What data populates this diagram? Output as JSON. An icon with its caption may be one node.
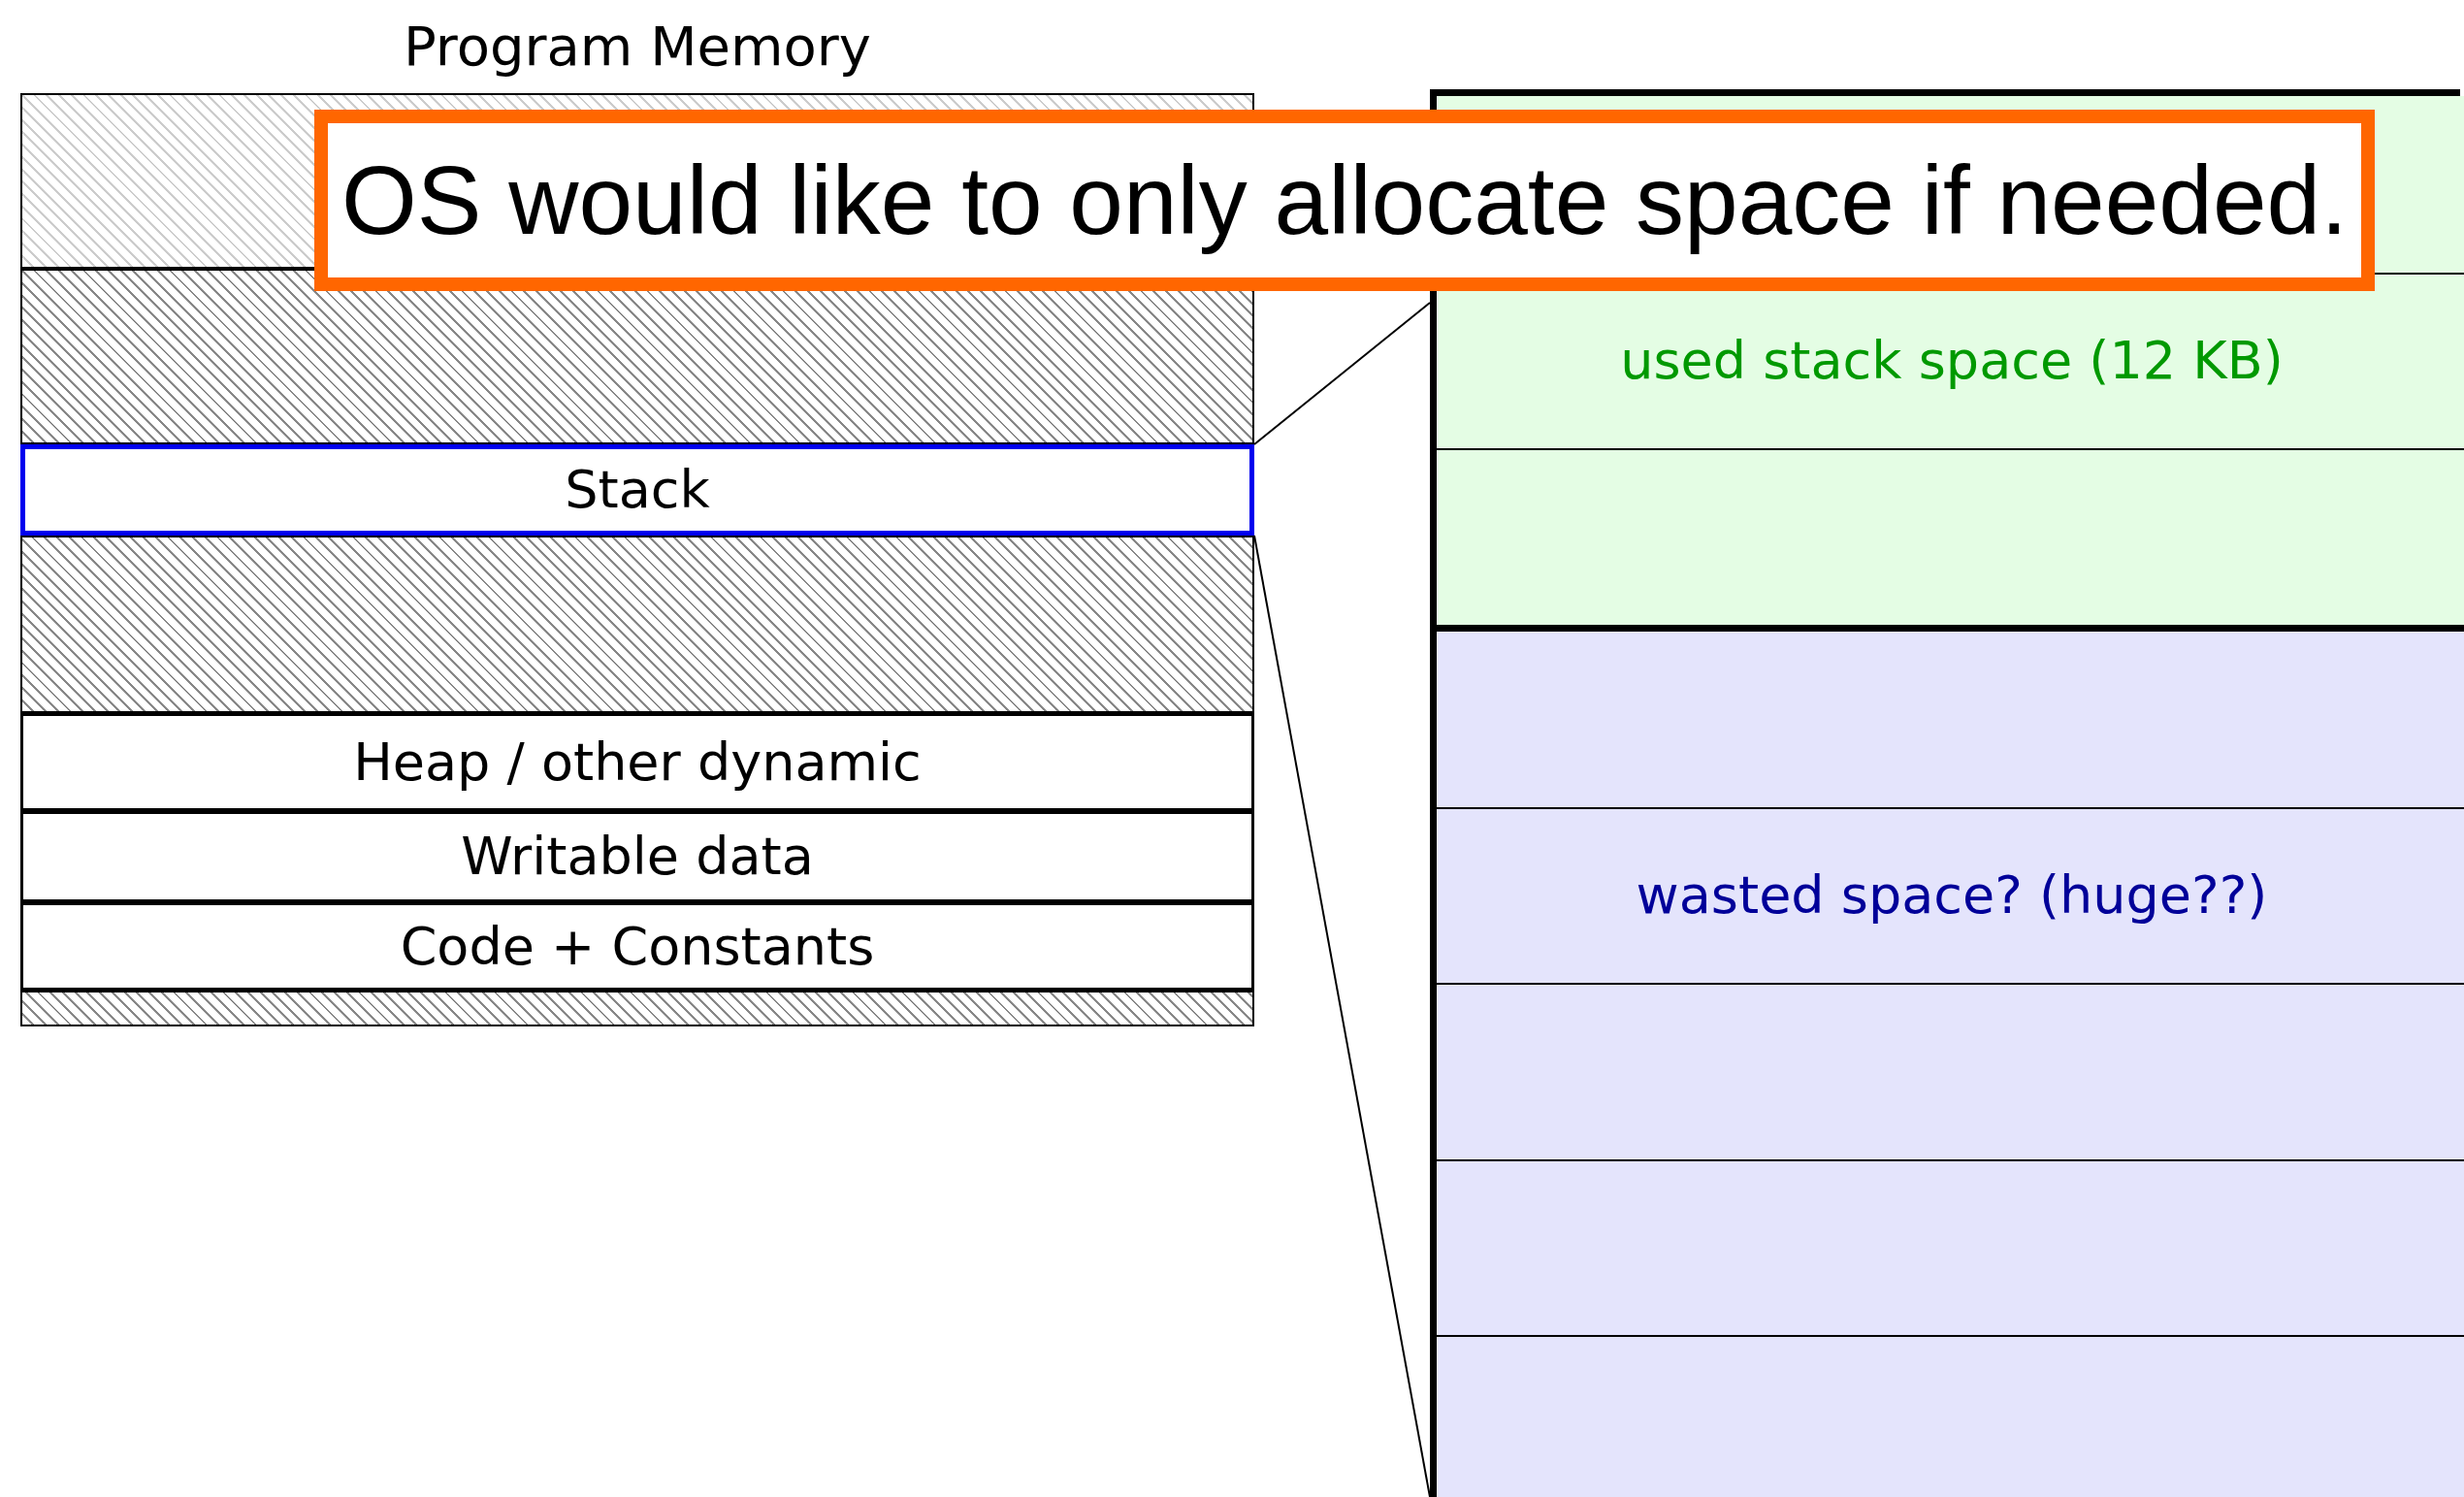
{
  "diagram": {
    "nodes": [
      {
        "text": [
          "Program Memory"
        ]
      },
      {
        "text": [],
        "shape": "box",
        "in": 0
      },
      {
        "text": [],
        "shape": "box",
        "in": 0
      },
      {
        "text": [
          "Stack"
        ],
        "in": 0
      },
      {
        "text": [],
        "shape": "box",
        "in": 0
      },
      {
        "text": [
          "Heap / other dynamic"
        ],
        "in": 0
      },
      {
        "text": [
          "Writable data"
        ],
        "in": 0
      },
      {
        "text": [
          "Code + Constants"
        ],
        "in": 0
      },
      {
        "text": [],
        "shape": "box",
        "in": 0
      },
      {
        "text": [],
        "shape": "box"
      },
      {
        "text": [
          "used stack space (12 KB)"
        ],
        "in": 9
      },
      {
        "text": [
          "wasted space? (huge??)"
        ],
        "in": 9
      },
      {
        "text": [
          "OS would like to only allocate space if needed."
        ]
      }
    ],
    "edges": [
      {
        "from": 3,
        "to": 9,
        "arrow": "none"
      },
      {
        "from": 3,
        "to": 9,
        "arrow": "none"
      }
    ]
  }
}
